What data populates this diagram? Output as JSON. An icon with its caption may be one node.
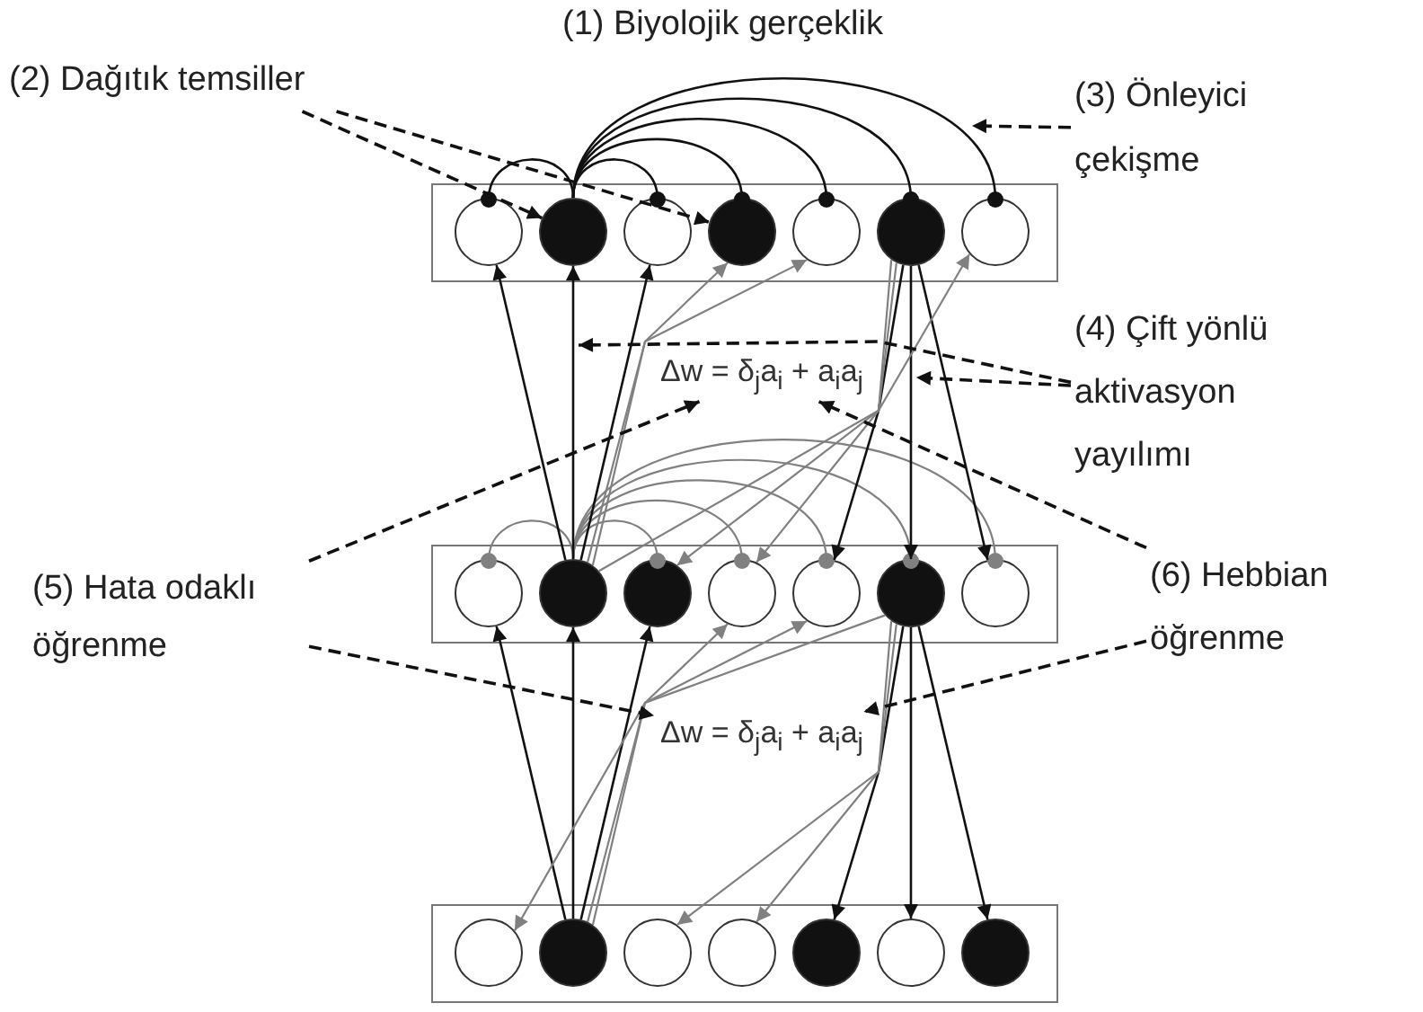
{
  "diagram": {
    "nodes": [
      {
        "text": [
          "(2) Dağıtık temsiller"
        ]
      },
      {
        "text": [
          "(3) Önleyici çekişme"
        ]
      },
      {
        "text": [],
        "shape": "box"
      },
      {
        "text": [],
        "shape": "circle",
        "in": 2
      },
      {
        "text": [],
        "shape": "circle",
        "in": 2
      },
      {
        "text": [],
        "shape": "circle",
        "in": 2
      },
      {
        "text": [],
        "shape": "circle",
        "in": 2
      },
      {
        "text": [],
        "shape": "circle",
        "in": 2
      },
      {
        "text": [],
        "shape": "circle",
        "in": 2
      },
      {
        "text": [],
        "shape": "circle",
        "in": 2
      },
      {
        "text": [
          "(4) Çift yönlü aktivasyon yayılımı"
        ]
      },
      {
        "text": [
          "Δw = δ$_{j}$a$_{i}$ + a$_{i}$a$_{j}$"
        ]
      },
      {
        "text": [
          "(5) Hata odaklı öğrenme"
        ]
      },
      {
        "text": [],
        "shape": "box"
      },
      {
        "text": [],
        "shape": "circle",
        "in": 13
      },
      {
        "text": [],
        "shape": "circle",
        "in": 13
      },
      {
        "text": [],
        "shape": "circle",
        "in": 13
      },
      {
        "text": [],
        "shape": "circle",
        "in": 13
      },
      {
        "text": [],
        "shape": "circle",
        "in": 13
      },
      {
        "text": [],
        "shape": "circle",
        "in": 13
      },
      {
        "text": [],
        "shape": "circle",
        "in": 13
      },
      {
        "text": [
          "(6) Hebbian öğrenme"
        ]
      },
      {
        "text": [
          "Δw = δ$_{j}$a$_{i}$ + a$_{i}$a$_{j}$"
        ]
      },
      {
        "text": [],
        "shape": "box"
      },
      {
        "text": [],
        "shape": "circle",
        "in": 23
      },
      {
        "text": [],
        "shape": "circle",
        "in": 23
      },
      {
        "text": [],
        "shape": "circle",
        "in": 23
      },
      {
        "text": [],
        "shape": "circle",
        "in": 23
      },
      {
        "text": [],
        "shape": "circle",
        "in": 23
      },
      {
        "text": [],
        "shape": "circle",
        "in": 23
      },
      {
        "text": [],
        "shape": "circle",
        "in": 23
      }
    ],
    "edges": [
      {
        "from": 4,
        "to": 3,
        "arrow": "other"
      },
      {
        "from": 4,
        "to": 5,
        "arrow": "other"
      },
      {
        "from": 4,
        "to": 6,
        "arrow": "other"
      },
      {
        "from": 4,
        "to": 7,
        "arrow": "other"
      },
      {
        "from": 4,
        "to": 8,
        "arrow": "other"
      },
      {
        "from": 4,
        "to": 9,
        "arrow": "other"
      },
      {
        "from": 15,
        "to": 14,
        "arrow": "other",
        "color": "#808080"
      },
      {
        "from": 15,
        "to": 16,
        "arrow": "other",
        "color": "#808080"
      },
      {
        "from": 15,
        "to": 17,
        "arrow": "other",
        "color": "#808080"
      },
      {
        "from": 15,
        "to": 18,
        "arrow": "other",
        "color": "#808080"
      },
      {
        "from": 15,
        "to": 19,
        "arrow": "other",
        "color": "#808080"
      },
      {
        "from": 15,
        "to": 20,
        "arrow": "other",
        "color": "#808080"
      },
      {
        "from": 25,
        "to": 14,
        "arrow": "to"
      },
      {
        "from": 25,
        "to": 15,
        "arrow": "to"
      },
      {
        "from": 25,
        "to": 16,
        "arrow": "to"
      },
      {
        "from": 15,
        "to": 3,
        "arrow": "to"
      },
      {
        "from": 15,
        "to": 4,
        "arrow": "to"
      },
      {
        "from": 15,
        "to": 5,
        "arrow": "to"
      },
      {
        "from": 8,
        "to": 18,
        "arrow": "to"
      },
      {
        "from": 8,
        "to": 19,
        "arrow": "to"
      },
      {
        "from": 8,
        "to": 20,
        "arrow": "to"
      },
      {
        "from": 19,
        "to": 28,
        "arrow": "to"
      },
      {
        "from": 19,
        "to": 29,
        "arrow": "to"
      },
      {
        "from": 19,
        "to": 30,
        "arrow": "to"
      },
      {
        "from": 25,
        "to": 17,
        "arrow": "to",
        "color": "#808080"
      },
      {
        "from": 25,
        "to": 18,
        "arrow": "to",
        "color": "#808080"
      },
      {
        "from": 15,
        "to": 6,
        "arrow": "to",
        "color": "#808080"
      },
      {
        "from": 15,
        "to": 7,
        "arrow": "to",
        "color": "#808080"
      },
      {
        "from": 15,
        "to": 9,
        "arrow": "to",
        "color": "#808080"
      },
      {
        "from": 8,
        "to": 16,
        "arrow": "to",
        "color": "#808080"
      },
      {
        "from": 8,
        "to": 17,
        "arrow": "to",
        "color": "#808080"
      },
      {
        "from": 19,
        "to": 24,
        "arrow": "to",
        "color": "#808080"
      },
      {
        "from": 19,
        "to": 26,
        "arrow": "to",
        "color": "#808080"
      },
      {
        "from": 19,
        "to": 27,
        "arrow": "to",
        "color": "#808080"
      },
      {
        "from": 0,
        "to": 4,
        "arrow": "to",
        "style": "dashed"
      },
      {
        "from": 0,
        "to": 6,
        "arrow": "to",
        "style": "dashed"
      },
      {
        "from": 1,
        "to": null,
        "arrow": "to",
        "style": "dashed"
      },
      {
        "from": 10,
        "to": null,
        "arrow": "to",
        "style": "dashed"
      },
      {
        "from": 10,
        "to": null,
        "arrow": "to",
        "style": "dashed"
      },
      {
        "from": 12,
        "to": 11,
        "arrow": "to",
        "style": "dashed"
      },
      {
        "from": 12,
        "to": 22,
        "arrow": "to",
        "style": "dashed"
      },
      {
        "from": 21,
        "to": 11,
        "arrow": "to",
        "style": "dashed"
      },
      {
        "from": 21,
        "to": 22,
        "arrow": "to",
        "style": "dashed"
      }
    ],
    "labels": [
      "(1) Biyolojik gerçeklik"
    ]
  }
}
